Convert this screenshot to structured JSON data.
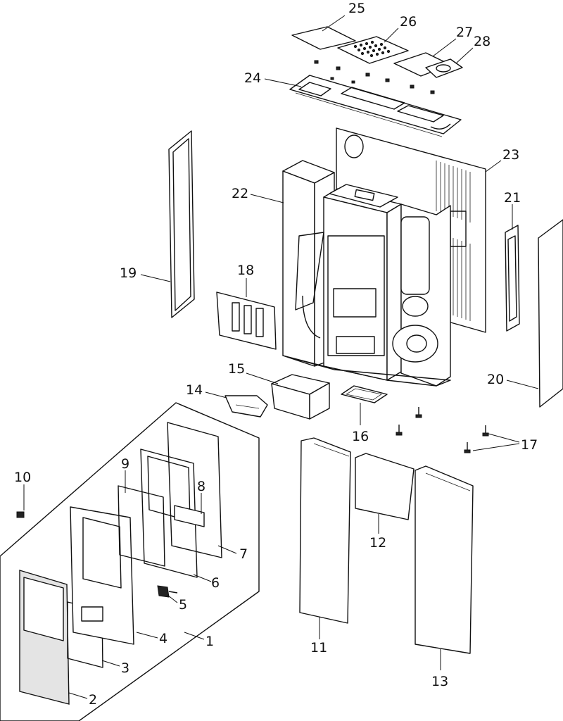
{
  "callouts": [
    {
      "id": "c1",
      "text": "1"
    },
    {
      "id": "c2",
      "text": "2"
    },
    {
      "id": "c3",
      "text": "3"
    },
    {
      "id": "c4",
      "text": "4"
    },
    {
      "id": "c5",
      "text": "5"
    },
    {
      "id": "c6",
      "text": "6"
    },
    {
      "id": "c7",
      "text": "7"
    },
    {
      "id": "c8",
      "text": "8"
    },
    {
      "id": "c9",
      "text": "9"
    },
    {
      "id": "c10",
      "text": "10"
    },
    {
      "id": "c11",
      "text": "11"
    },
    {
      "id": "c12",
      "text": "12"
    },
    {
      "id": "c13",
      "text": "13"
    },
    {
      "id": "c14",
      "text": "14"
    },
    {
      "id": "c15",
      "text": "15"
    },
    {
      "id": "c16",
      "text": "16"
    },
    {
      "id": "c17",
      "text": "17"
    },
    {
      "id": "c18",
      "text": "18"
    },
    {
      "id": "c19",
      "text": "19"
    },
    {
      "id": "c20",
      "text": "20"
    },
    {
      "id": "c21",
      "text": "21"
    },
    {
      "id": "c22",
      "text": "22"
    },
    {
      "id": "c23",
      "text": "23"
    },
    {
      "id": "c24",
      "text": "24"
    },
    {
      "id": "c25",
      "text": "25"
    },
    {
      "id": "c26",
      "text": "26"
    },
    {
      "id": "c27",
      "text": "27"
    },
    {
      "id": "c28",
      "text": "28"
    }
  ],
  "colors": {
    "line": "#111111",
    "glass": "#e4e4e4",
    "background": "#ffffff"
  }
}
